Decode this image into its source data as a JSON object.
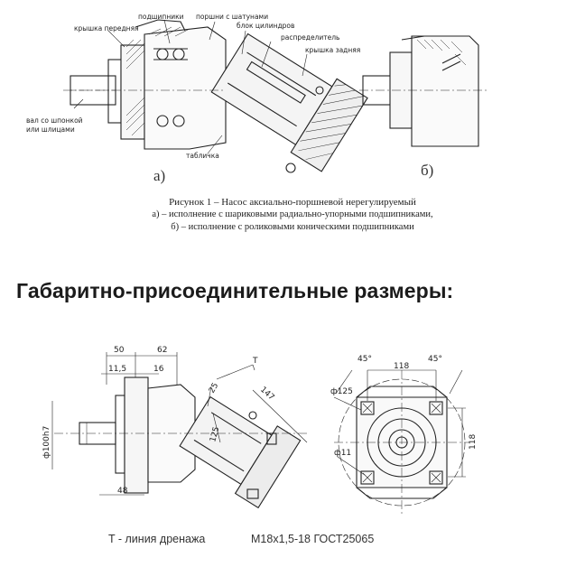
{
  "figure1": {
    "labels": {
      "front_cover": "крышка передняя",
      "bearings": "подшипники",
      "pistons": "поршни с шатунами",
      "cylinder_block": "блок цилиндров",
      "distributor": "распределитель",
      "rear_cover": "крышка задняя",
      "shaft_line1": "вал со шпонкой",
      "shaft_line2": "или шлицами",
      "plate": "табличка"
    },
    "subfig_a": "а)",
    "subfig_b": "б)"
  },
  "caption": {
    "line1": "Рисунок 1 – Насос аксиально-поршневой нерегулируемый",
    "line2": "а) – исполнение с шариковыми радиально-упорными подшипниками,",
    "line3": "б) – исполнение с роликовыми коническими подшипниками"
  },
  "section_title": "Габаритно-присоединительные размеры:",
  "dimensions": {
    "d50": "50",
    "d62": "62",
    "d11_5": "11,5",
    "d16": "16",
    "t_label": "T",
    "d25": "25",
    "d147": "147",
    "d125": "125",
    "d48": "48",
    "d100": "ф100h7",
    "a45_left": "45°",
    "a45_right": "45°",
    "d118_top": "118",
    "d118_side": "118",
    "d125_circle": "ф125",
    "d11_hole": "ф11"
  },
  "footer": {
    "drain_line": "T - линия дренажа",
    "thread_spec": "M18x1,5-18 ГОСТ25065"
  }
}
